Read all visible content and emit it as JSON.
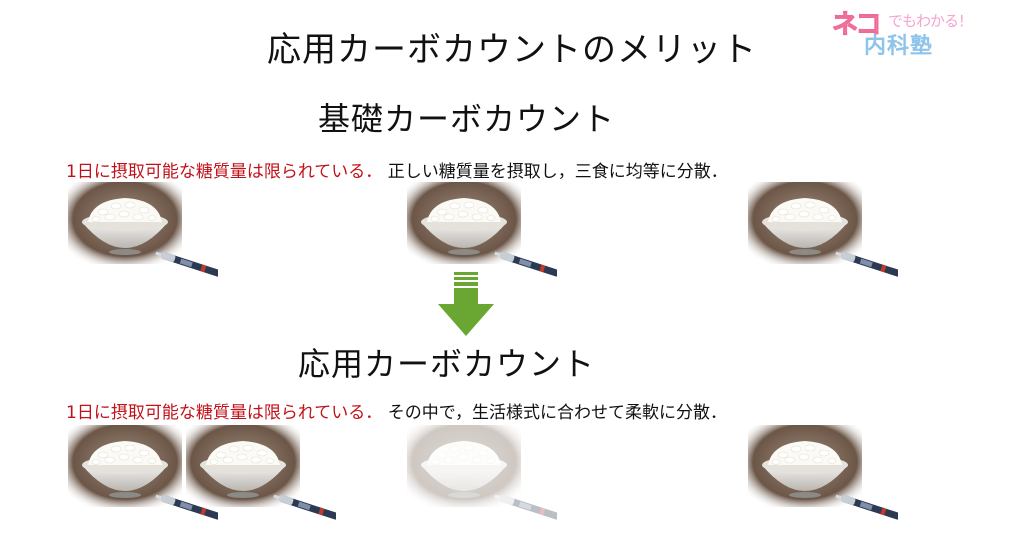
{
  "title": "応用カーボカウントのメリット",
  "logo": {
    "main": "ネコ",
    "sub": "でもわかる！",
    "dept": "内科塾"
  },
  "basic": {
    "heading": "基礎カーボカウント",
    "desc_red": "1日に摂取可能な糖質量は限られている．",
    "desc_black": "正しい糖質量を摂取し，三食に均等に分散．"
  },
  "applied": {
    "heading": "応用カーボカウント",
    "desc_red": "1日に摂取可能な糖質量は限られている．",
    "desc_black": "その中で，生活様式に合わせて柔軟に分散．"
  },
  "icons": {
    "meal": "rice-bowl-with-insulin-pen-icon",
    "arrow": "down-arrow-icon"
  },
  "colors": {
    "accent_red": "#c0121a",
    "arrow_green": "#6aa632"
  }
}
